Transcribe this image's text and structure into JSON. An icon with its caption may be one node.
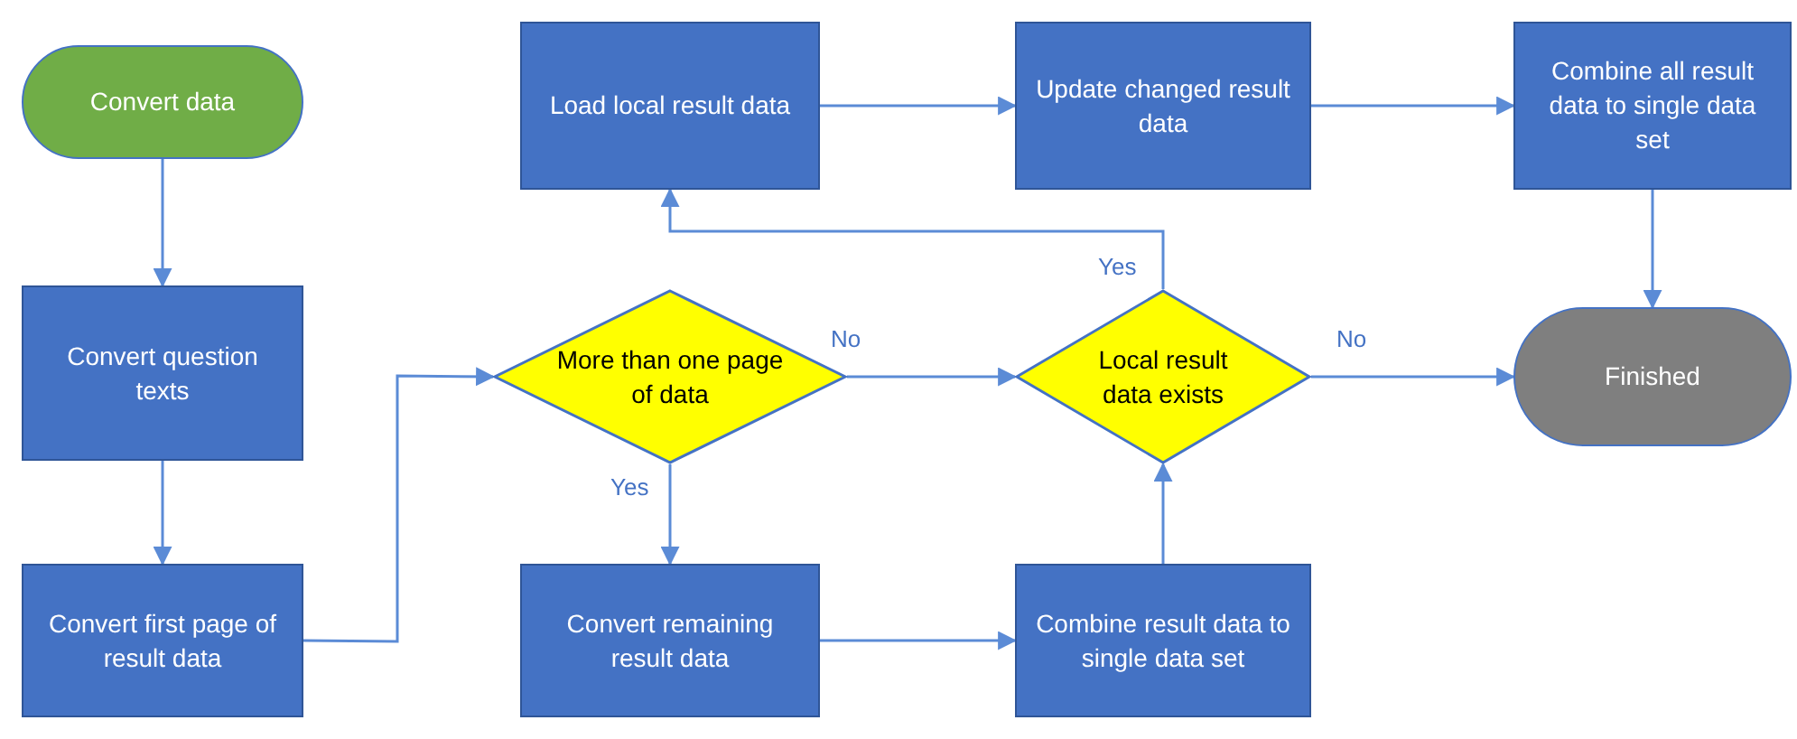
{
  "diagram": {
    "nodes": [
      {
        "text": [
          "Convert data"
        ]
      },
      {
        "text": [
          "Convert question texts"
        ]
      },
      {
        "text": [
          "Convert first page of result data"
        ]
      },
      {
        "text": [
          "More than one page of data"
        ]
      },
      {
        "text": [
          "Convert remaining result data"
        ]
      },
      {
        "text": [
          "Combine result data to single data set"
        ]
      },
      {
        "text": [
          "Local result data exists"
        ]
      },
      {
        "text": [
          "Load local result data"
        ]
      },
      {
        "text": [
          "Update changed result data"
        ]
      },
      {
        "text": [
          "Combine all result data to single data set"
        ]
      },
      {
        "text": [
          "Finished"
        ]
      }
    ],
    "edges": [
      {
        "from": 0,
        "to": 1,
        "arrow": "to"
      },
      {
        "from": 1,
        "to": 2,
        "arrow": "to"
      },
      {
        "from": 2,
        "to": 3,
        "arrow": "to"
      },
      {
        "from": 3,
        "to": 6,
        "arrow": "to",
        "label": "No"
      },
      {
        "from": 3,
        "to": 4,
        "arrow": "to",
        "label": "Yes"
      },
      {
        "from": 4,
        "to": 5,
        "arrow": "to"
      },
      {
        "from": 5,
        "to": 6,
        "arrow": "to"
      },
      {
        "from": 6,
        "to": 7,
        "arrow": "to",
        "label": "Yes"
      },
      {
        "from": 7,
        "to": 8,
        "arrow": "to"
      },
      {
        "from": 8,
        "to": 9,
        "arrow": "to"
      },
      {
        "from": 9,
        "to": 10,
        "arrow": "to"
      },
      {
        "from": 6,
        "to": 10,
        "arrow": "to",
        "label": "No"
      }
    ]
  }
}
